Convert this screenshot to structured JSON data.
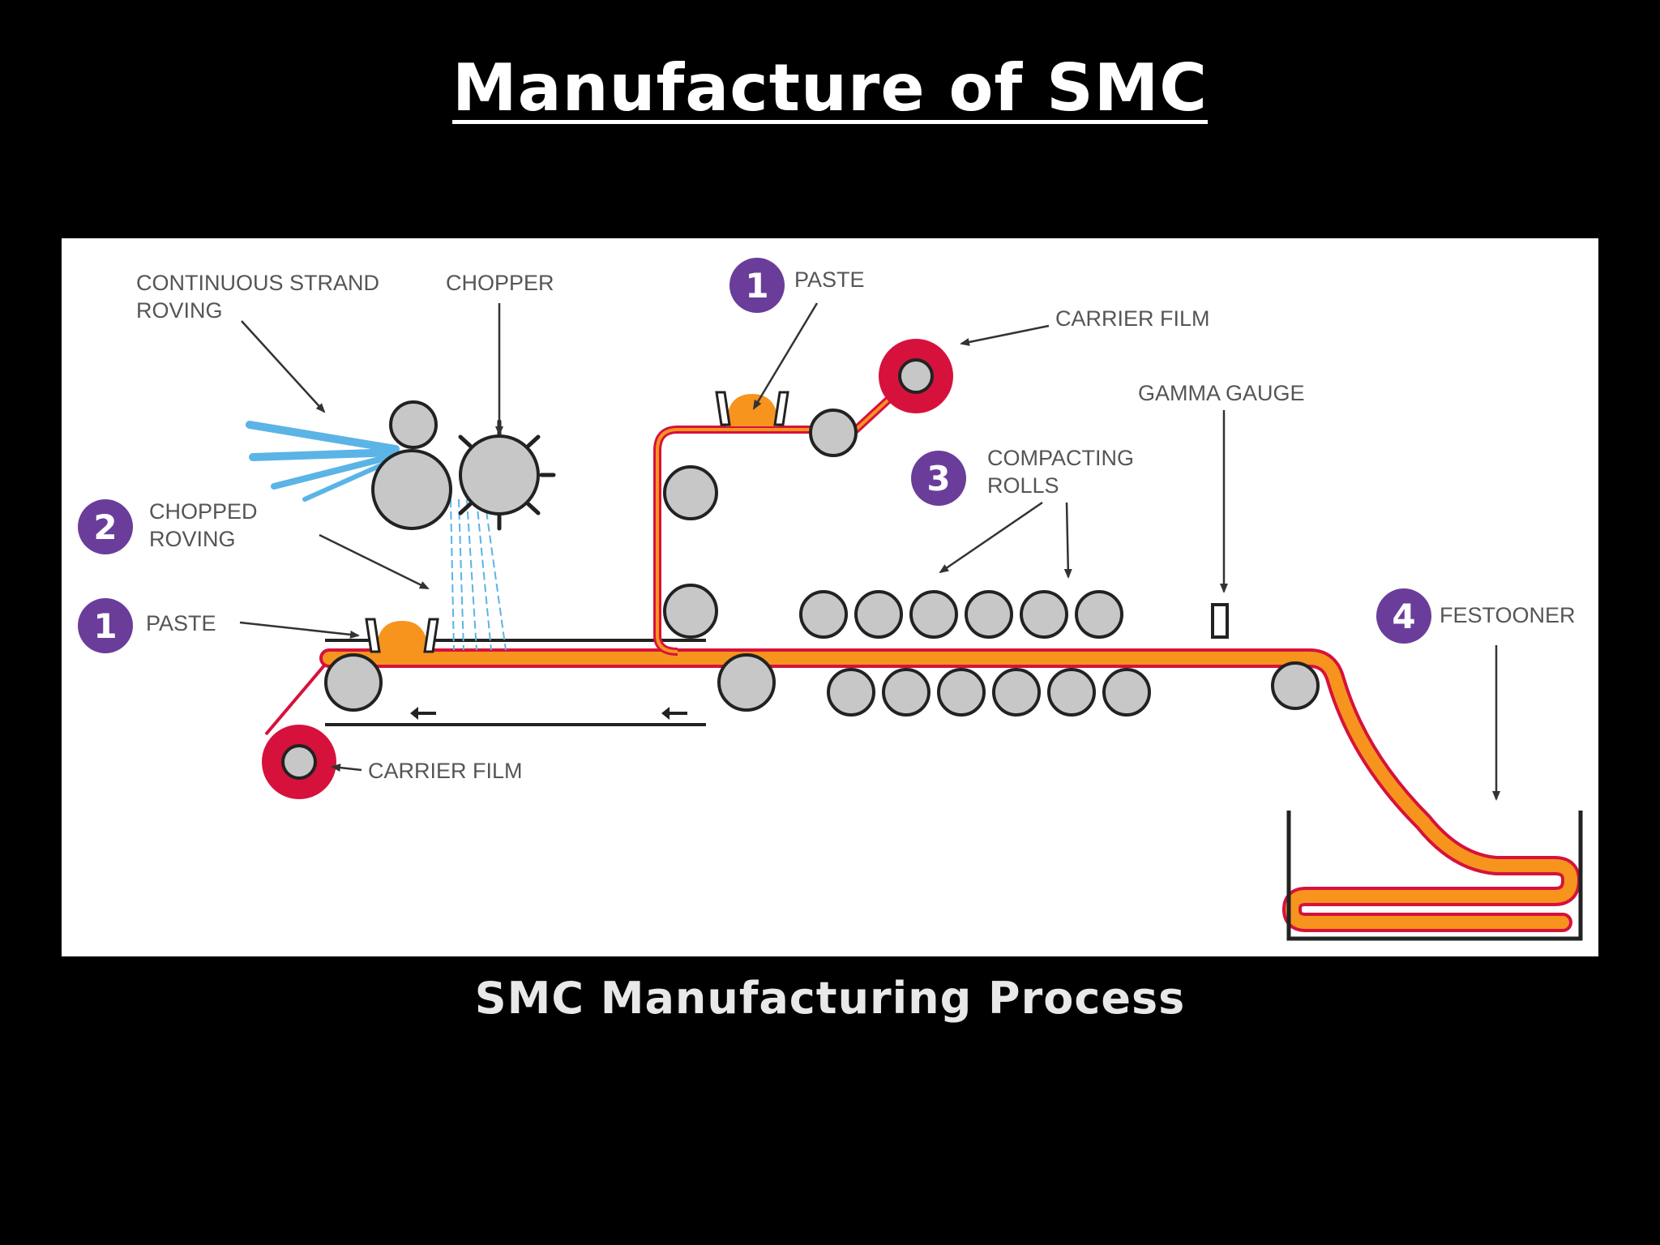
{
  "title": "Manufacture of SMC",
  "caption": "SMC Manufacturing Process",
  "colors": {
    "paste": "#f7941d",
    "carrier_film": "#d6123c",
    "step_badge": "#6a3d9a",
    "roller": "#c7c7c7",
    "fiber": "#5ab4e6"
  },
  "labels": {
    "continuous_strand_roving_1": "CONTINUOUS STRAND",
    "continuous_strand_roving_2": "ROVING",
    "chopper": "CHOPPER",
    "chopped_roving_1": "CHOPPED",
    "chopped_roving_2": "ROVING",
    "paste_lower": "PASTE",
    "paste_upper": "PASTE",
    "carrier_film_top": "CARRIER FILM",
    "carrier_film_bottom": "CARRIER FILM",
    "gamma_gauge": "GAMMA GAUGE",
    "compacting_rolls_1": "COMPACTING",
    "compacting_rolls_2": "ROLLS",
    "festooner": "FESTOONER"
  },
  "steps": {
    "paste_upper": "1",
    "paste_lower": "1",
    "chopped_roving": "2",
    "compacting_rolls": "3",
    "festooner": "4"
  }
}
